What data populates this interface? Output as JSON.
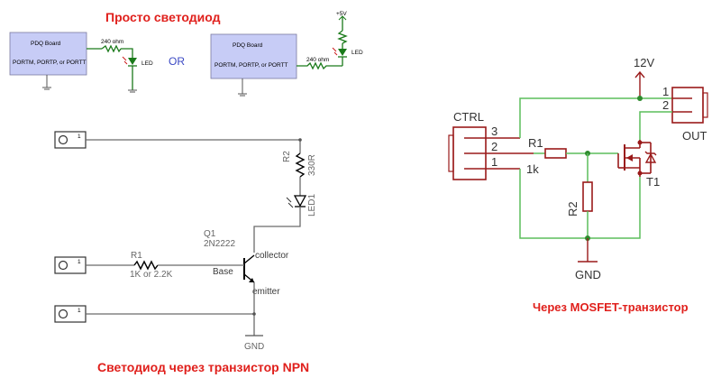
{
  "top_left": {
    "title": "Просто светодиод",
    "board_name": "PDQ Board",
    "board_ports": "PORTM, PORTP, or PORTT",
    "resistor": "240 ohm",
    "led": "LED",
    "or": "OR",
    "vcc": "+5V"
  },
  "npn": {
    "caption": "Светодиод через транзистор NPN",
    "terminal_pin": "1",
    "transistor_ref": "Q1",
    "transistor_part": "2N2222",
    "collector": "collector",
    "base": "Base",
    "emitter": "emitter",
    "r1_ref": "R1",
    "r1_value": "1K or 2.2K",
    "r2_ref": "R2",
    "r2_value": "330R",
    "led_ref": "LED1",
    "gnd": "GND"
  },
  "mosfet": {
    "caption": "Через MOSFET-транзистор",
    "ctrl": "CTRL",
    "ctrl_pins": [
      "3",
      "2",
      "1"
    ],
    "out": "OUT",
    "out_pins": [
      "1",
      "2"
    ],
    "supply": "12V",
    "r1_ref": "R1",
    "r1_value": "1k",
    "r2_ref": "R2",
    "t1_ref": "T1",
    "gnd": "GND"
  },
  "colors": {
    "caption_red": "#e0201c",
    "board_fill": "#c7ccf6",
    "wire_green": "#5bbd5b",
    "component_red": "#9a1a1a"
  }
}
